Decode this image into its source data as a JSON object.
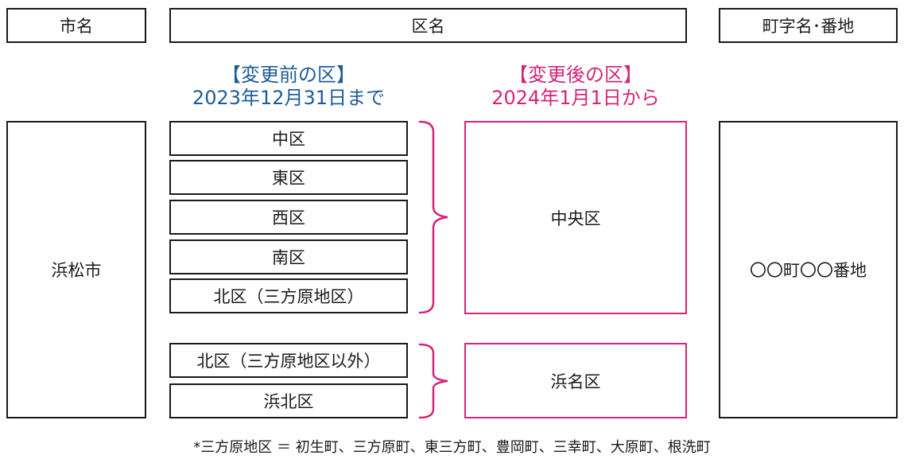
{
  "colors": {
    "before": "#1e5c96",
    "after": "#d6247a",
    "border": "#1a1a1a"
  },
  "headers": {
    "city": "市名",
    "ward": "区名",
    "town": "町字名･番地"
  },
  "before_label": {
    "title": "【変更前の区】",
    "date": "2023年12月31日まで"
  },
  "after_label": {
    "title": "【変更後の区】",
    "date": "2024年1月1日から"
  },
  "city_name": "浜松市",
  "old_wards": [
    "中区",
    "東区",
    "西区",
    "南区",
    "北区（三方原地区）",
    "北区（三方原地区以外）",
    "浜北区"
  ],
  "new_wards": [
    "中央区",
    "浜名区"
  ],
  "address": "〇〇町〇〇番地",
  "footnote": "*三方原地区 ＝ 初生町、三方原町、東三方町、豊岡町、三幸町、大原町、根洗町"
}
